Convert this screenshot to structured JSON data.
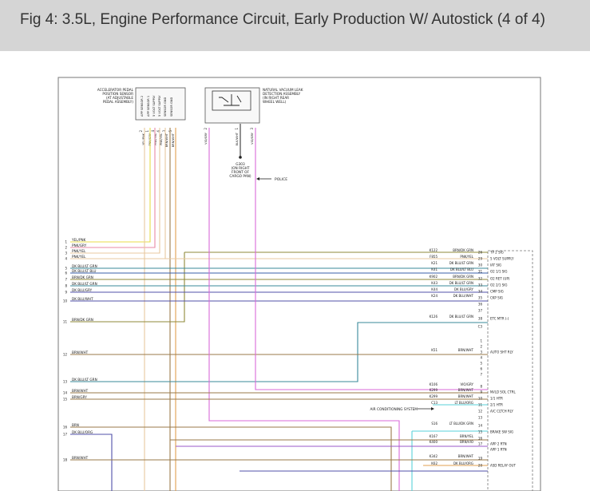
{
  "header": {
    "title": "Fig 4: 3.5L, Engine Performance Circuit, Early Production W/ Autostick (4 of 4)"
  },
  "components": {
    "app_sensor": [
      "ACCELERATOR PEDAL",
      "POSITION SENSOR",
      "(AT ADJUSTABLE",
      "PEDAL ASSEMBLY)"
    ],
    "nvld": [
      "NATURAL VACUUM LEAK",
      "DETECTION ASSEMBLY",
      "(IN RIGHT REAR",
      "WHEEL WELL)"
    ],
    "ground": [
      "G303",
      "(ON RIGHT",
      "FRONT OF",
      "CARGO PAN)"
    ],
    "police": "POLICE"
  },
  "pedal_pins": [
    {
      "pin": "2",
      "wire": "YEL/PNK",
      "fn": "APP SENSOR 2"
    },
    {
      "pin": "1",
      "wire": "PNK/GRY",
      "fn": "APP SENSOR 1"
    },
    {
      "pin": "4",
      "wire": "PNK/YEL",
      "fn": "5 VOLT SUPPLY"
    },
    {
      "pin": "6",
      "wire": "PNK/YEL",
      "fn": "5 VOLT SUPPLY"
    },
    {
      "pin": "3",
      "wire": "BRN/WHT",
      "fn": "SENSOR GND"
    },
    {
      "pin": "5",
      "wire": "BRN/WHT",
      "fn": "SENSOR GND"
    }
  ],
  "nvld_pins": [
    {
      "pin": "2",
      "wire": "VIO/GRY"
    },
    {
      "pin": "1",
      "wire": "BLK/WHT"
    },
    {
      "pin": "3",
      "wire": "VIO/GRY"
    }
  ],
  "left_labels": [
    {
      "n": "1",
      "wire": "YEL/PNK"
    },
    {
      "n": "2",
      "wire": "PNK/GRY"
    },
    {
      "n": "3",
      "wire": "PNK/YEL"
    },
    {
      "n": "4",
      "wire": "PNK/YEL"
    },
    {
      "n": "5",
      "wire": "DK BLU/LT GRN"
    },
    {
      "n": "6",
      "wire": "DK BLU/LT BLU"
    },
    {
      "n": "7",
      "wire": "BRN/DK GRN"
    },
    {
      "n": "8",
      "wire": "DK BLU/LT GRN"
    },
    {
      "n": "9",
      "wire": "DK BLU/GRY"
    },
    {
      "n": "10",
      "wire": "DK BLU/WHT"
    },
    {
      "n": "11",
      "wire": "BRN/DK GRN"
    },
    {
      "n": "12",
      "wire": "BRN/WHT"
    },
    {
      "n": "13",
      "wire": "DK BLU/LT GRN"
    },
    {
      "n": "14",
      "wire": "BRN/WHT"
    },
    {
      "n": "15",
      "wire": "BRN/GRY"
    },
    {
      "n": "16",
      "wire": "BRN"
    },
    {
      "n": "17",
      "wire": "DK BLU/ORG"
    },
    {
      "n": "18",
      "wire": "BRN/WHT"
    }
  ],
  "right_rows": [
    {
      "circuit": "K122",
      "wire": "BRN/DK GRN",
      "pin": "26",
      "fn": "TP 2 SIG"
    },
    {
      "circuit": "F855",
      "wire": "PNK/YEL",
      "pin": "29",
      "fn": "5 VOLT SUPPLY"
    },
    {
      "circuit": "K21",
      "wire": "DK BLU/LT GRN",
      "pin": "30",
      "fn": "IAT SIG"
    },
    {
      "circuit": "K41",
      "wire": "DK BLU/LT BLU",
      "pin": "31",
      "fn": "O2 1/1 SIG"
    },
    {
      "circuit": "K902",
      "wire": "BRN/DK GRN",
      "pin": "32",
      "fn": "O2 RET (UP)"
    },
    {
      "circuit": "K43",
      "wire": "DK BLU/LT GRN",
      "pin": "33",
      "fn": "O2 2/1 SIG"
    },
    {
      "circuit": "K44",
      "wire": "DK BLU/GRY",
      "pin": "34",
      "fn": "CMP SIG"
    },
    {
      "circuit": "K24",
      "wire": "DK BLU/WHT",
      "pin": "35",
      "fn": "CKP SIG"
    },
    {
      "circuit": "",
      "wire": "",
      "pin": "36",
      "fn": ""
    },
    {
      "circuit": "",
      "wire": "",
      "pin": "37",
      "fn": ""
    },
    {
      "circuit": "K126",
      "wire": "DK BLU/LT GRN",
      "pin": "38",
      "fn": "ETC MTR (-)"
    },
    {
      "circuit": "",
      "wire": "",
      "pin": "C3",
      "fn": ""
    },
    {
      "circuit": "",
      "wire": "",
      "pin": "1",
      "fn": ""
    },
    {
      "circuit": "",
      "wire": "",
      "pin": "2",
      "fn": ""
    },
    {
      "circuit": "K51",
      "wire": "BRN/WHT",
      "pin": "3",
      "fn": "AUTO SHT RLY"
    },
    {
      "circuit": "",
      "wire": "",
      "pin": "4",
      "fn": ""
    },
    {
      "circuit": "",
      "wire": "",
      "pin": "5",
      "fn": ""
    },
    {
      "circuit": "",
      "wire": "",
      "pin": "6",
      "fn": ""
    },
    {
      "circuit": "",
      "wire": "",
      "pin": "7",
      "fn": ""
    },
    {
      "circuit": "K106",
      "wire": "VIO/GRY",
      "pin": "8",
      "fn": ""
    },
    {
      "circuit": "K299",
      "wire": "BRN/WHT",
      "pin": "9",
      "fn": "NVLD SOL CTRL"
    },
    {
      "circuit": "K299",
      "wire": "BRN/WHT",
      "pin": "10",
      "fn": "1/1 HTR"
    },
    {
      "circuit": "C13",
      "wire": "LT BLU/ORG",
      "pin": "11",
      "fn": "2/1 HTR"
    },
    {
      "circuit": "",
      "wire": "",
      "pin": "12",
      "fn": "A/C CLTCH RLY"
    },
    {
      "circuit": "",
      "wire": "",
      "pin": "13",
      "fn": ""
    },
    {
      "circuit": "S16",
      "wire": "LT BLU/DK GRN",
      "pin": "14",
      "fn": ""
    },
    {
      "circuit": "",
      "wire": "",
      "pin": "15",
      "fn": "BRAKE SW SIG"
    },
    {
      "circuit": "K167",
      "wire": "BRN/YEL",
      "pin": "16",
      "fn": ""
    },
    {
      "circuit": "K400",
      "wire": "BRN/VIO",
      "pin": "17",
      "fn": "APP 2 RTN"
    },
    {
      "circuit": "",
      "wire": "",
      "pin": "",
      "fn": "APP 1 RTN"
    },
    {
      "circuit": "K342",
      "wire": "BRN/WHT",
      "pin": "19",
      "fn": ""
    },
    {
      "circuit": "K62",
      "wire": "DK BLU/ORG",
      "pin": "20",
      "fn": "ASD RELAY OUT"
    }
  ],
  "ac_label": "AIR CONDITIONING SYSTEM",
  "colors": {
    "yellow": "#e8dc4a",
    "pink": "#e889a6",
    "pinkyel": "#e8c8a0",
    "olive": "#8f8a3a",
    "blue": "#3a5fa8",
    "teal": "#3a8a9a",
    "brown": "#9a7a4a",
    "magenta": "#d96ad9",
    "purple": "#5050a8",
    "ltblue": "#5ad0d8",
    "orange": "#e0a050",
    "violet": "#9a5ac8"
  }
}
